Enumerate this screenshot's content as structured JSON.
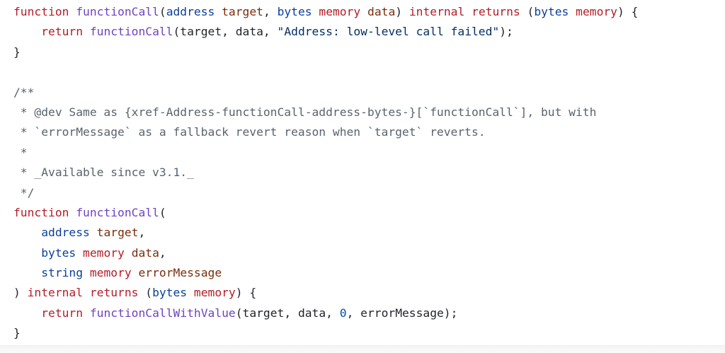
{
  "colors": {
    "background": "#ffffff",
    "keyword": "#b31d28",
    "function_name": "#6f42c1",
    "type": "#0b3f99",
    "variable": "#7a2d0c",
    "string": "#032f62",
    "number": "#0550ae",
    "comment": "#59636e",
    "plain": "#1f2328"
  },
  "code": {
    "language": "solidity",
    "lines": [
      {
        "tokens": [
          {
            "t": "function",
            "c": "kw"
          },
          {
            "t": " ",
            "c": "pn"
          },
          {
            "t": "functionCall",
            "c": "fn"
          },
          {
            "t": "(",
            "c": "pn"
          },
          {
            "t": "address",
            "c": "ty"
          },
          {
            "t": " ",
            "c": "pn"
          },
          {
            "t": "target",
            "c": "var"
          },
          {
            "t": ", ",
            "c": "pn"
          },
          {
            "t": "bytes",
            "c": "ty"
          },
          {
            "t": " ",
            "c": "pn"
          },
          {
            "t": "memory",
            "c": "kw"
          },
          {
            "t": " ",
            "c": "pn"
          },
          {
            "t": "data",
            "c": "var"
          },
          {
            "t": ") ",
            "c": "pn"
          },
          {
            "t": "internal",
            "c": "kw"
          },
          {
            "t": " ",
            "c": "pn"
          },
          {
            "t": "returns",
            "c": "kw"
          },
          {
            "t": " (",
            "c": "pn"
          },
          {
            "t": "bytes",
            "c": "ty"
          },
          {
            "t": " ",
            "c": "pn"
          },
          {
            "t": "memory",
            "c": "kw"
          },
          {
            "t": ") {",
            "c": "pn"
          }
        ]
      },
      {
        "tokens": [
          {
            "t": "    ",
            "c": "pn"
          },
          {
            "t": "return",
            "c": "kw"
          },
          {
            "t": " ",
            "c": "pn"
          },
          {
            "t": "functionCall",
            "c": "fn"
          },
          {
            "t": "(target, data, ",
            "c": "pn"
          },
          {
            "t": "\"Address: low-level call failed\"",
            "c": "str"
          },
          {
            "t": ");",
            "c": "pn"
          }
        ]
      },
      {
        "tokens": [
          {
            "t": "}",
            "c": "pn"
          }
        ]
      },
      {
        "tokens": [
          {
            "t": "",
            "c": "pn"
          }
        ]
      },
      {
        "tokens": [
          {
            "t": "/**",
            "c": "cm"
          }
        ]
      },
      {
        "tokens": [
          {
            "t": " * @dev Same as {xref-Address-functionCall-address-bytes-}[`functionCall`], but with",
            "c": "cm"
          }
        ]
      },
      {
        "tokens": [
          {
            "t": " * `errorMessage` as a fallback revert reason when `target` reverts.",
            "c": "cm"
          }
        ]
      },
      {
        "tokens": [
          {
            "t": " *",
            "c": "cm"
          }
        ]
      },
      {
        "tokens": [
          {
            "t": " * _Available since v3.1._",
            "c": "cm"
          }
        ]
      },
      {
        "tokens": [
          {
            "t": " */",
            "c": "cm"
          }
        ]
      },
      {
        "tokens": [
          {
            "t": "function",
            "c": "kw"
          },
          {
            "t": " ",
            "c": "pn"
          },
          {
            "t": "functionCall",
            "c": "fn"
          },
          {
            "t": "(",
            "c": "pn"
          }
        ]
      },
      {
        "tokens": [
          {
            "t": "    ",
            "c": "pn"
          },
          {
            "t": "address",
            "c": "ty"
          },
          {
            "t": " ",
            "c": "pn"
          },
          {
            "t": "target",
            "c": "var"
          },
          {
            "t": ",",
            "c": "pn"
          }
        ]
      },
      {
        "tokens": [
          {
            "t": "    ",
            "c": "pn"
          },
          {
            "t": "bytes",
            "c": "ty"
          },
          {
            "t": " ",
            "c": "pn"
          },
          {
            "t": "memory",
            "c": "kw"
          },
          {
            "t": " ",
            "c": "pn"
          },
          {
            "t": "data",
            "c": "var"
          },
          {
            "t": ",",
            "c": "pn"
          }
        ]
      },
      {
        "tokens": [
          {
            "t": "    ",
            "c": "pn"
          },
          {
            "t": "string",
            "c": "ty"
          },
          {
            "t": " ",
            "c": "pn"
          },
          {
            "t": "memory",
            "c": "kw"
          },
          {
            "t": " ",
            "c": "pn"
          },
          {
            "t": "errorMessage",
            "c": "var"
          }
        ]
      },
      {
        "tokens": [
          {
            "t": ") ",
            "c": "pn"
          },
          {
            "t": "internal",
            "c": "kw"
          },
          {
            "t": " ",
            "c": "pn"
          },
          {
            "t": "returns",
            "c": "kw"
          },
          {
            "t": " (",
            "c": "pn"
          },
          {
            "t": "bytes",
            "c": "ty"
          },
          {
            "t": " ",
            "c": "pn"
          },
          {
            "t": "memory",
            "c": "kw"
          },
          {
            "t": ") {",
            "c": "pn"
          }
        ]
      },
      {
        "tokens": [
          {
            "t": "    ",
            "c": "pn"
          },
          {
            "t": "return",
            "c": "kw"
          },
          {
            "t": " ",
            "c": "pn"
          },
          {
            "t": "functionCallWithValue",
            "c": "fn"
          },
          {
            "t": "(target, data, ",
            "c": "pn"
          },
          {
            "t": "0",
            "c": "num"
          },
          {
            "t": ", errorMessage);",
            "c": "pn"
          }
        ]
      },
      {
        "tokens": [
          {
            "t": "}",
            "c": "pn"
          }
        ]
      }
    ]
  }
}
